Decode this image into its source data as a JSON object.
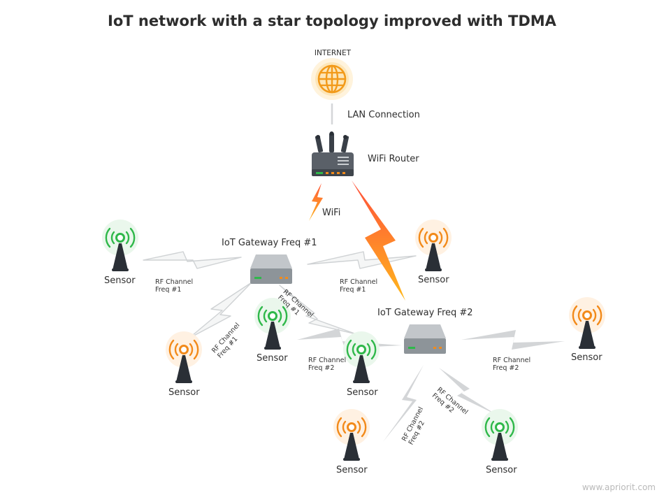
{
  "title": "IoT network with a star topology improved with TDMA",
  "internet_label": "INTERNET",
  "lan_label": "LAN Connection",
  "router_label": "WiFi Router",
  "wifi_label": "WiFi",
  "gateway1_label": "IoT Gateway Freq #1",
  "gateway2_label": "IoT Gateway Freq #2",
  "sensor_label": "Sensor",
  "rf_line1": "RF Channel",
  "freq1": "Freq #1",
  "freq2": "Freq #2",
  "watermark": "www.apriorit.com",
  "colors": {
    "green": "#2fb84a",
    "orange": "#f28a1a",
    "tower": "#2a2f36",
    "device": "#9aa1a6",
    "link": "#d4d6d8",
    "bolt_top": "#ff5a3d",
    "bolt_bottom": "#ffb21a"
  }
}
